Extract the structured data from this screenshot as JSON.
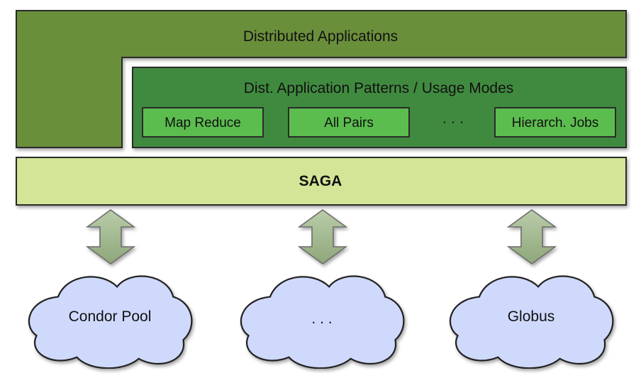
{
  "top_layer": {
    "label": "Distributed Applications",
    "color": "#6a8f3a"
  },
  "patterns": {
    "label": "Dist. Application Patterns / Usage Modes",
    "color": "#3f8a3f",
    "items": [
      {
        "label": "Map Reduce"
      },
      {
        "label": "All Pairs"
      },
      {
        "label": "Hierarch. Jobs"
      }
    ],
    "ellipsis": "· · ·",
    "item_color": "#5cbd4f"
  },
  "saga": {
    "label": "SAGA",
    "color": "#d3e597"
  },
  "arrows": {
    "color": "#9fb88c",
    "count": 3
  },
  "clouds": {
    "color": "#cfd9fc",
    "items": [
      {
        "label": "Condor Pool"
      },
      {
        "label": ". . ."
      },
      {
        "label": "Globus"
      }
    ]
  }
}
